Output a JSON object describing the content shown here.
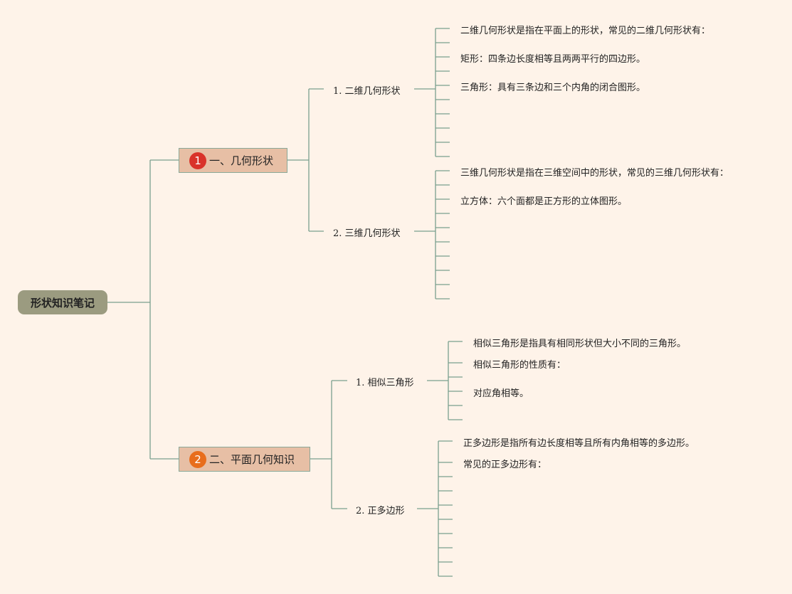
{
  "colors": {
    "line": "#7aa08e",
    "badge1": "#d9332a",
    "badge2": "#e86d1c"
  },
  "root": {
    "label": "形状知识笔记"
  },
  "topics": [
    {
      "badge": "1",
      "label": "一、几何形状",
      "subtopics": [
        {
          "label": "1. 二维几何形状",
          "items": [
            "二维几何形状是指在平面上的形状，常见的二维几何形状有：",
            "矩形：四条边长度相等且两两平行的四边形。",
            "三角形：具有三条边和三个内角的闭合图形。"
          ]
        },
        {
          "label": "2. 三维几何形状",
          "items": [
            "三维几何形状是指在三维空间中的形状，常见的三维几何形状有：",
            "立方体：六个面都是正方形的立体图形。"
          ]
        }
      ]
    },
    {
      "badge": "2",
      "label": "二、平面几何知识",
      "subtopics": [
        {
          "label": "1. 相似三角形",
          "items": [
            "相似三角形是指具有相同形状但大小不同的三角形。",
            "相似三角形的性质有：",
            "对应角相等。"
          ]
        },
        {
          "label": "2. 正多边形",
          "items": [
            "正多边形是指所有边长度相等且所有内角相等的多边形。",
            "常见的正多边形有："
          ]
        }
      ]
    }
  ]
}
